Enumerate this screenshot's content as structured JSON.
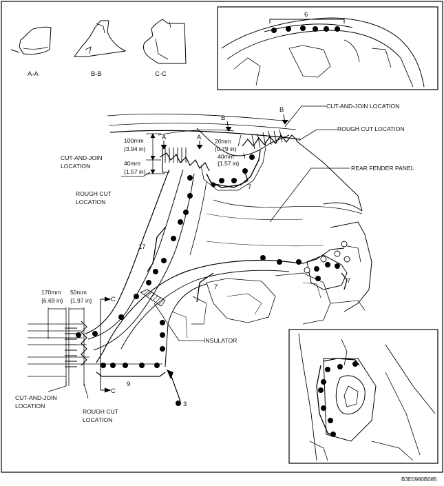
{
  "sections": {
    "a": "A-A",
    "b": "B-B",
    "c": "C-C",
    "marker_a": "A",
    "marker_b": "B",
    "marker_c": "C"
  },
  "callouts": {
    "n6": "6",
    "n7": "7",
    "n9": "9",
    "n17": "17",
    "n3": "3"
  },
  "labels": {
    "cut_and_join_1": "CUT-AND-JOIN",
    "cut_and_join_2": "LOCATION",
    "rough_cut_1": "ROUGH CUT",
    "rough_cut_2": "LOCATION",
    "cut_and_join_top": "CUT-AND-JOIN LOCATION",
    "rough_cut_top": "ROUGH CUT LOCATION",
    "rear_fender": "REAR FENDER  PANEL",
    "insulator": "INSULATOR"
  },
  "dims": {
    "d100_mm": "100mm",
    "d100_in": "{3.94 in}",
    "d40a_mm": "40mm",
    "d40a_in": "{1.57 in}",
    "d20_mm": "20mm",
    "d20_in": "{0.79 in}",
    "d40b_mm": "40mm",
    "d40b_in": "{1.57 in}",
    "d170_mm": "170mm",
    "d170_in": "{6.69 in}",
    "d50_mm": "50mm",
    "d50_in": "{1.97 in}"
  },
  "figure_code": "B3E0980B085"
}
